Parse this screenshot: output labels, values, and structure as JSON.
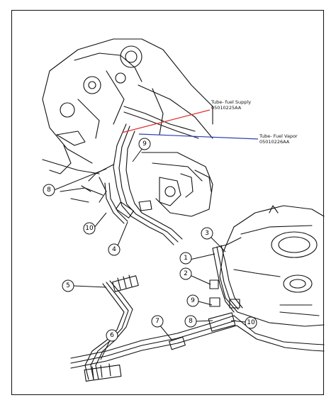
{
  "annotations": {
    "fuel_supply": {
      "label": "Tube- fuel Supply",
      "part_no": "05010225AA",
      "color": "#e03030"
    },
    "fuel_vapor": {
      "label": "Tube- Fuel Vapor",
      "part_no": "05010226AA",
      "color": "#2a3fb0"
    }
  },
  "callouts": [
    "1",
    "2",
    "3",
    "4",
    "5",
    "6",
    "7",
    "8",
    "9",
    "10",
    "8",
    "9",
    "10"
  ]
}
